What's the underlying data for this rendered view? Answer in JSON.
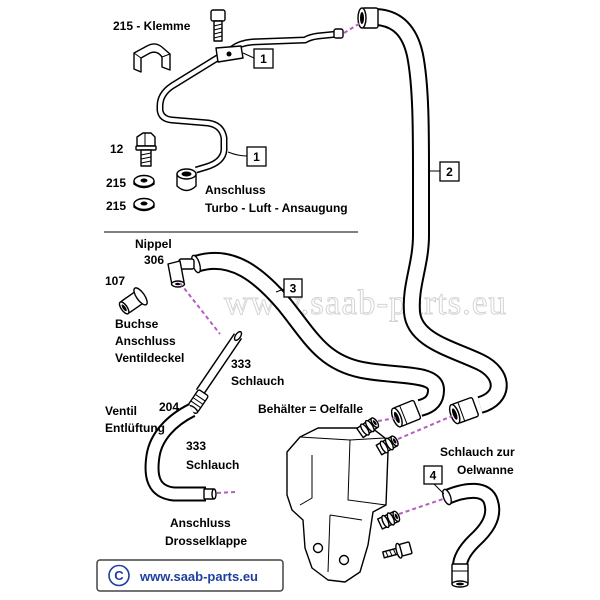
{
  "watermark": "www.saab-parts.eu",
  "labels": {
    "klemme": "215 - Klemme",
    "bolt_12": "12",
    "washer_215_upper": "215",
    "washer_215_lower": "215",
    "turbo_line1": "Anschluss",
    "turbo_line2": "Turbo - Luft - Ansaugung",
    "nippel": "Nippel",
    "nippel_no": "306",
    "buchse_no": "107",
    "buchse_line1": "Buchse",
    "buchse_line2": "Anschluss",
    "buchse_line3": "Ventildeckel",
    "hose_upper_no": "333",
    "hose_upper": "Schlauch",
    "ventil_line1": "Ventil",
    "ventil_line2": "Entlüftung",
    "ventil_no": "204",
    "hose_lower_no": "333",
    "hose_lower": "Schlauch",
    "behaelter": "Behälter = Oelfalle",
    "oelwanne_line1": "Schlauch zur",
    "oelwanne_line2": "Oelwanne",
    "drossel_line1": "Anschluss",
    "drossel_line2": "Drosselklappe"
  },
  "callouts": {
    "pipe_top": "1",
    "pipe_middle": "1",
    "hose_2": "2",
    "hose_3": "3",
    "hose_4": "4"
  },
  "copyright": {
    "symbol": "C",
    "url": "www.saab-parts.eu"
  },
  "icons": {
    "copyright": "copyright-icon"
  },
  "colors": {
    "outline": "#000000",
    "connector": "#b35fbf",
    "brand": "#1f3f9f",
    "watermark": "#d4d4d4",
    "background": "#ffffff"
  }
}
